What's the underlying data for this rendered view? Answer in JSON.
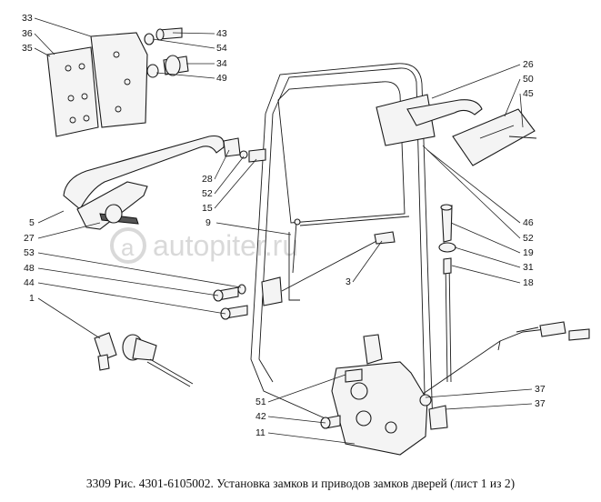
{
  "caption": "3309 Рис. 4301-6105002. Установка замков и приводов замков дверей (лист 1 из 2)",
  "watermark": {
    "text": "autopiter.ru",
    "color": "#d9d9d9"
  },
  "callouts": [
    {
      "id": "c33a",
      "label": "33"
    },
    {
      "id": "c36",
      "label": "36"
    },
    {
      "id": "c35",
      "label": "35"
    },
    {
      "id": "c43",
      "label": "43"
    },
    {
      "id": "c54",
      "label": "54"
    },
    {
      "id": "c34",
      "label": "34"
    },
    {
      "id": "c49",
      "label": "49"
    },
    {
      "id": "c28",
      "label": "28"
    },
    {
      "id": "c52a",
      "label": "52"
    },
    {
      "id": "c15",
      "label": "15"
    },
    {
      "id": "c9",
      "label": "9"
    },
    {
      "id": "c5",
      "label": "5"
    },
    {
      "id": "c27",
      "label": "27"
    },
    {
      "id": "c53",
      "label": "53"
    },
    {
      "id": "c48",
      "label": "48"
    },
    {
      "id": "c44",
      "label": "44"
    },
    {
      "id": "c1",
      "label": "1"
    },
    {
      "id": "c3",
      "label": "3"
    },
    {
      "id": "c26",
      "label": "26"
    },
    {
      "id": "c50",
      "label": "50"
    },
    {
      "id": "c45",
      "label": "45"
    },
    {
      "id": "c46",
      "label": "46"
    },
    {
      "id": "c52b",
      "label": "52"
    },
    {
      "id": "c19",
      "label": "19"
    },
    {
      "id": "c31",
      "label": "31"
    },
    {
      "id": "c18",
      "label": "18"
    },
    {
      "id": "c37a",
      "label": "37"
    },
    {
      "id": "c37b",
      "label": "37"
    },
    {
      "id": "c51",
      "label": "51"
    },
    {
      "id": "c42",
      "label": "42"
    },
    {
      "id": "c11",
      "label": "11"
    }
  ]
}
